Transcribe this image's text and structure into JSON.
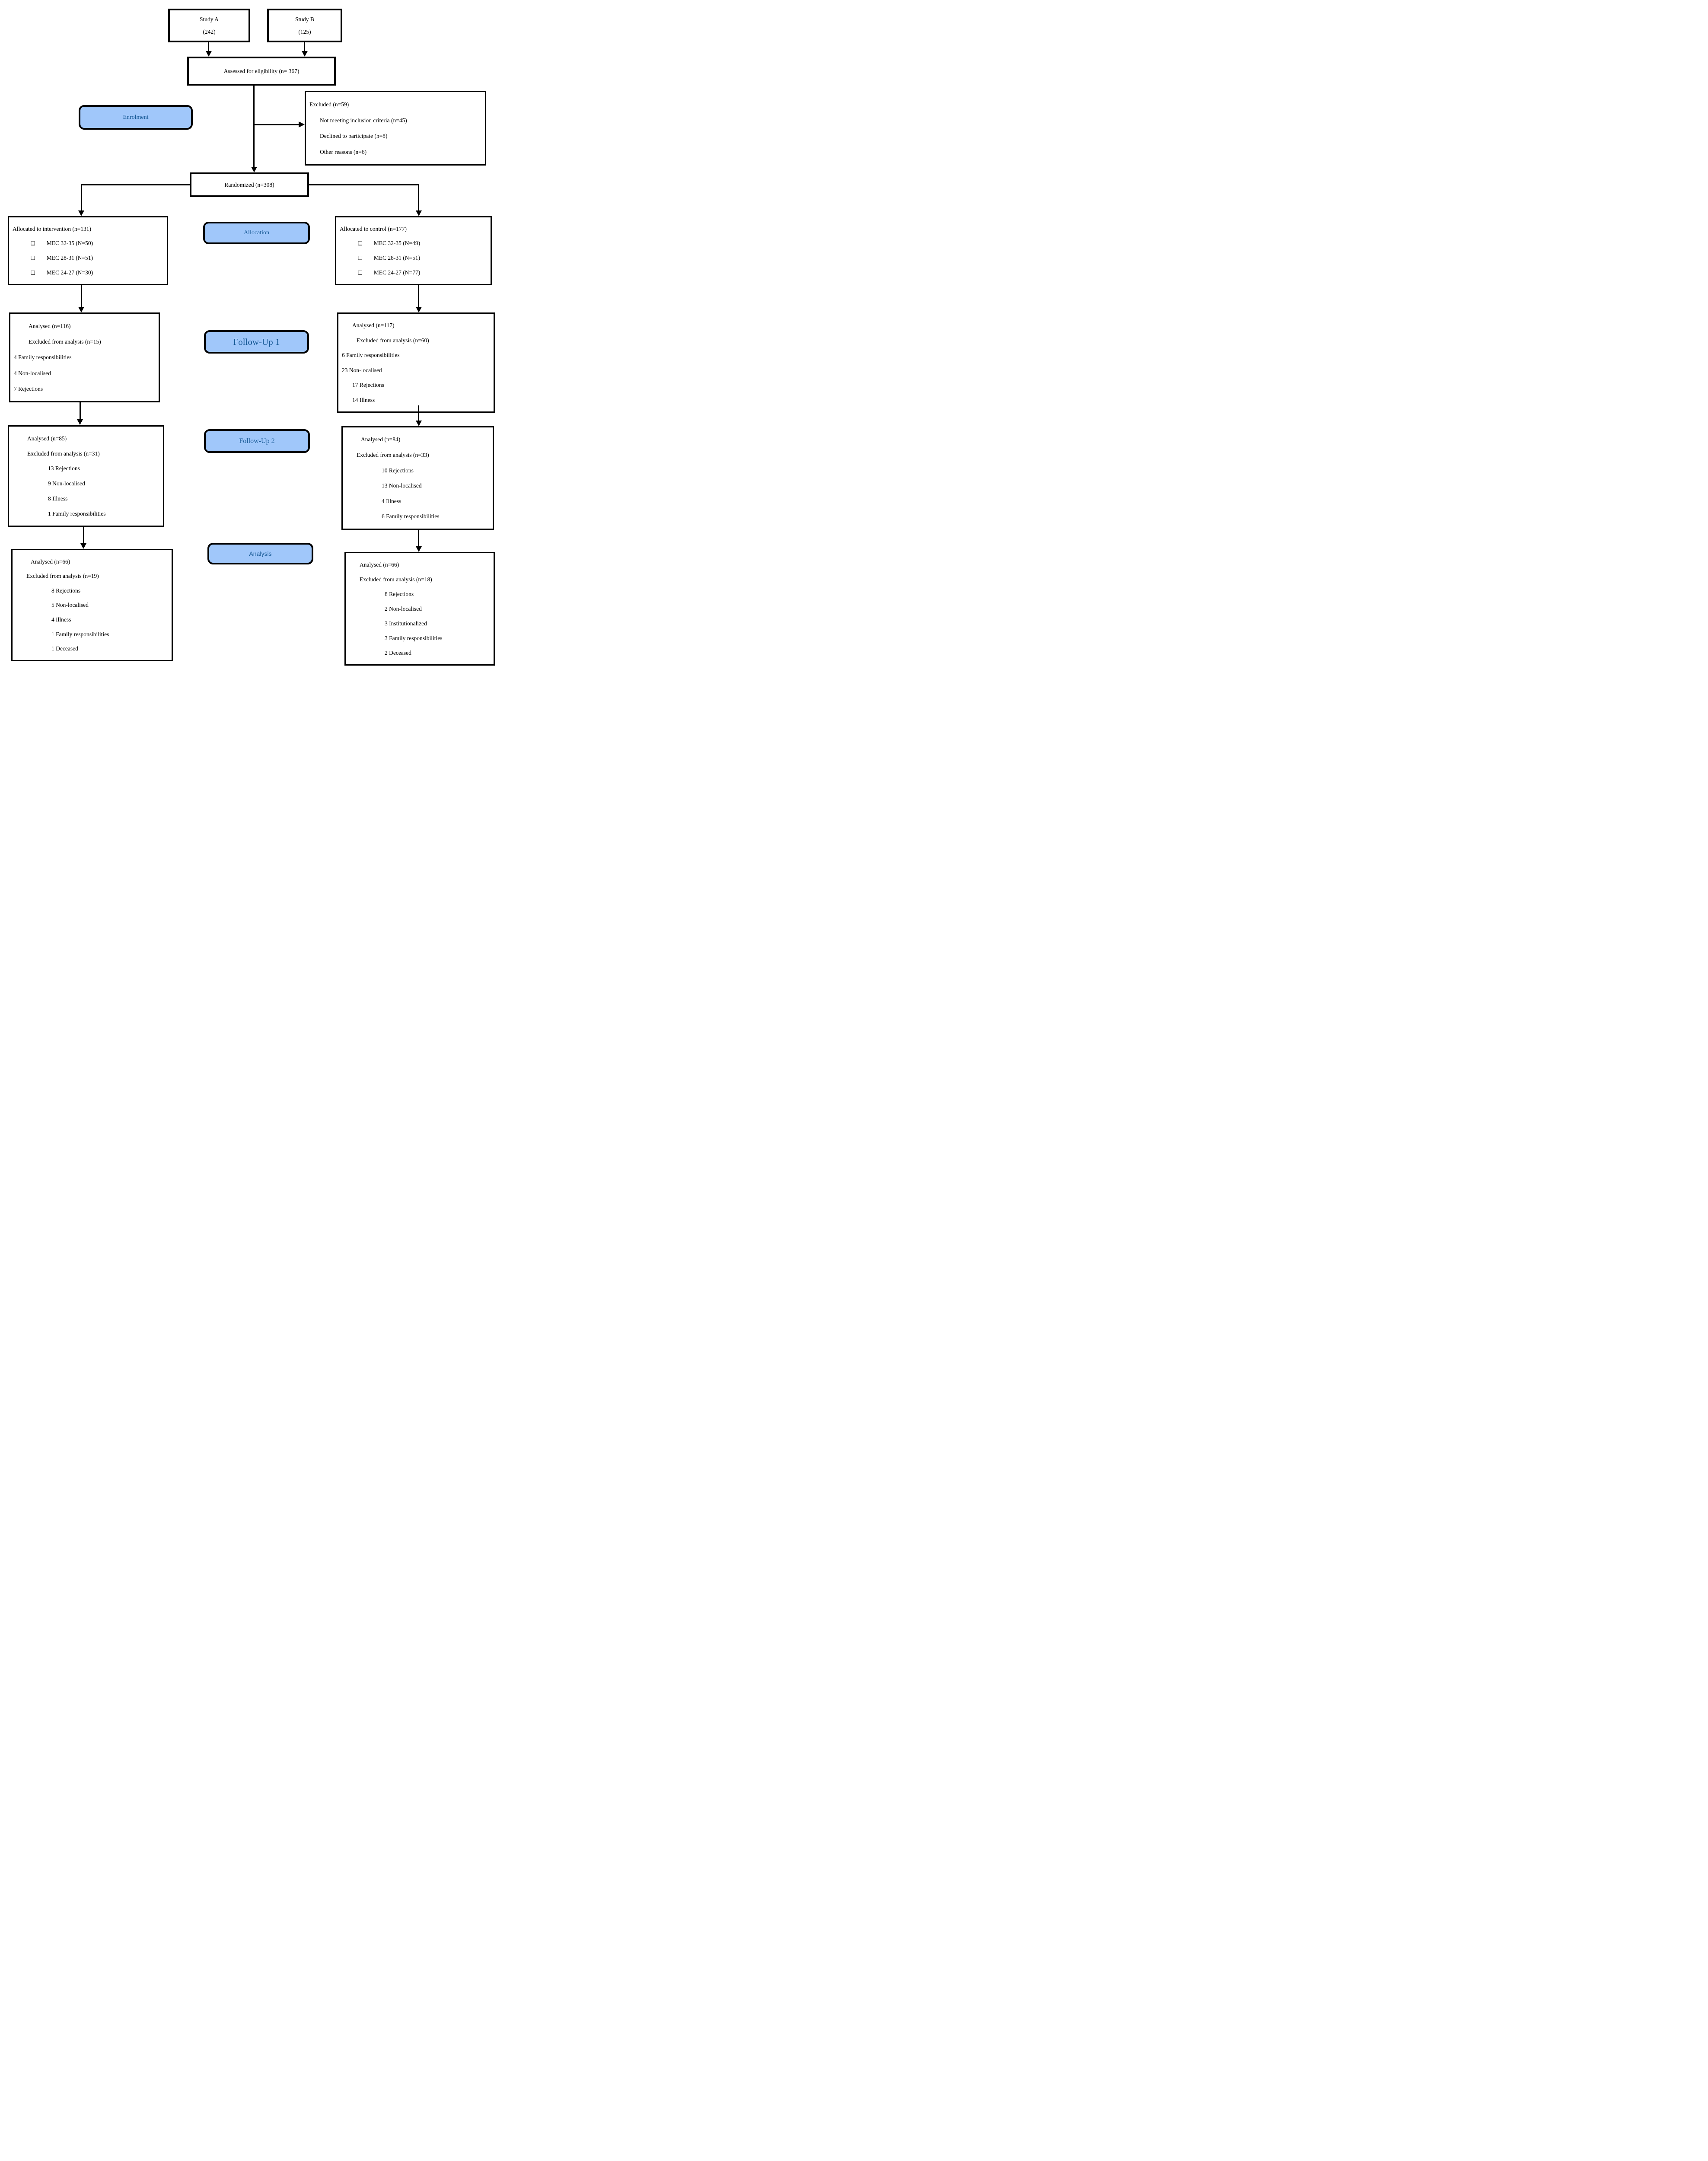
{
  "colors": {
    "stage_fill": "#A0C7FA",
    "stage_text": "#185A96",
    "line": "#000000",
    "box_bg": "#FFFFFF"
  },
  "glyphs": {
    "bullet": "❑"
  },
  "stages": {
    "enrolment": "Enrolment",
    "allocation": "Allocation",
    "followup1": "Follow-Up 1",
    "followup2": "Follow-Up 2",
    "analysis": "Analysis"
  },
  "nodes": {
    "study_a": {
      "lines": [
        {
          "t": "Study A",
          "i": "c"
        },
        {
          "t": "(242)",
          "i": "c"
        }
      ]
    },
    "study_b": {
      "lines": [
        {
          "t": "Study B",
          "i": "c"
        },
        {
          "t": "(125)",
          "i": "c"
        }
      ]
    },
    "assessed": {
      "lines": [
        {
          "t": "Assessed for eligibility (n= 367)",
          "i": "c"
        }
      ]
    },
    "excluded": {
      "lines": [
        {
          "t": "Excluded (n=59)",
          "i": "0"
        },
        {
          "t": "Not meeting inclusion criteria (n=45)",
          "i": "1"
        },
        {
          "t": "Declined to participate (n=8)",
          "i": "1"
        },
        {
          "t": "Other reasons (n=6)",
          "i": "1"
        }
      ]
    },
    "randomized": {
      "lines": [
        {
          "t": "Randomized (n=308)",
          "i": "c"
        }
      ]
    },
    "alloc_left": {
      "lines": [
        {
          "t": "Allocated to intervention (n=131)",
          "i": "0"
        },
        {
          "t": "MEC 32-35 (N=50)",
          "i": "b"
        },
        {
          "t": "MEC 28-31 (N=51)",
          "i": "b"
        },
        {
          "t": "MEC 24-27 (N=30)",
          "i": "b"
        }
      ]
    },
    "alloc_right": {
      "lines": [
        {
          "t": "Allocated to control (n=177)",
          "i": "0"
        },
        {
          "t": "MEC 32-35 (N=49)",
          "i": "b"
        },
        {
          "t": "MEC 28-31 (N=51)",
          "i": "b"
        },
        {
          "t": "MEC 24-27 (N=77)",
          "i": "b"
        }
      ]
    },
    "fu1_left": {
      "lines": [
        {
          "t": "Analysed (n=116)",
          "i": "2"
        },
        {
          "t": "Excluded from analysis (n=15)",
          "i": "2"
        },
        {
          "t": "4 Family responsibilities",
          "i": "0"
        },
        {
          "t": "4 Non-localised",
          "i": "0"
        },
        {
          "t": "7 Rejections",
          "i": "0"
        }
      ]
    },
    "fu1_right": {
      "lines": [
        {
          "t": "Analysed (n=117)",
          "i": "1"
        },
        {
          "t": "Excluded from analysis (n=60)",
          "i": "2"
        },
        {
          "t": "6 Family responsibilities",
          "i": "0"
        },
        {
          "t": "23 Non-localised",
          "i": "0"
        },
        {
          "t": "17 Rejections",
          "i": "1"
        },
        {
          "t": "14 Illness",
          "i": "1"
        }
      ]
    },
    "fu2_left": {
      "lines": [
        {
          "t": "Analysed (n=85)",
          "i": "2"
        },
        {
          "t": "Excluded from analysis (n=31)",
          "i": "2"
        },
        {
          "t": "13 Rejections",
          "i": "3"
        },
        {
          "t": "9 Non-localised",
          "i": "3"
        },
        {
          "t": "8 Illness",
          "i": "3"
        },
        {
          "t": "1 Family responsibilities",
          "i": "3"
        }
      ]
    },
    "fu2_right": {
      "lines": [
        {
          "t": "Analysed (n=84)",
          "i": "2"
        },
        {
          "t": "Excluded from analysis (n=33)",
          "i": "1"
        },
        {
          "t": "10 Rejections",
          "i": "3"
        },
        {
          "t": "13 Non-localised",
          "i": "3"
        },
        {
          "t": "4 Illness",
          "i": "3"
        },
        {
          "t": "6 Family responsibilities",
          "i": "3"
        }
      ]
    },
    "analysis_left": {
      "lines": [
        {
          "t": "Analysed (n=66)",
          "i": "2"
        },
        {
          "t": "Excluded from analysis (n=19)",
          "i": "1"
        },
        {
          "t": "8 Rejections",
          "i": "3"
        },
        {
          "t": "5 Non-localised",
          "i": "3"
        },
        {
          "t": "4 Illness",
          "i": "3"
        },
        {
          "t": "1 Family responsibilities",
          "i": "3"
        },
        {
          "t": "1 Deceased",
          "i": "3"
        }
      ]
    },
    "analysis_right": {
      "lines": [
        {
          "t": "Analysed (n=66)",
          "i": "1"
        },
        {
          "t": "Excluded from analysis (n=18)",
          "i": "1"
        },
        {
          "t": "8 Rejections",
          "i": "3"
        },
        {
          "t": "2 Non-localised",
          "i": "3"
        },
        {
          "t": "3 Institutionalized",
          "i": "3"
        },
        {
          "t": "3 Family responsibilities",
          "i": "3"
        },
        {
          "t": "2 Deceased",
          "i": "3"
        }
      ]
    }
  }
}
